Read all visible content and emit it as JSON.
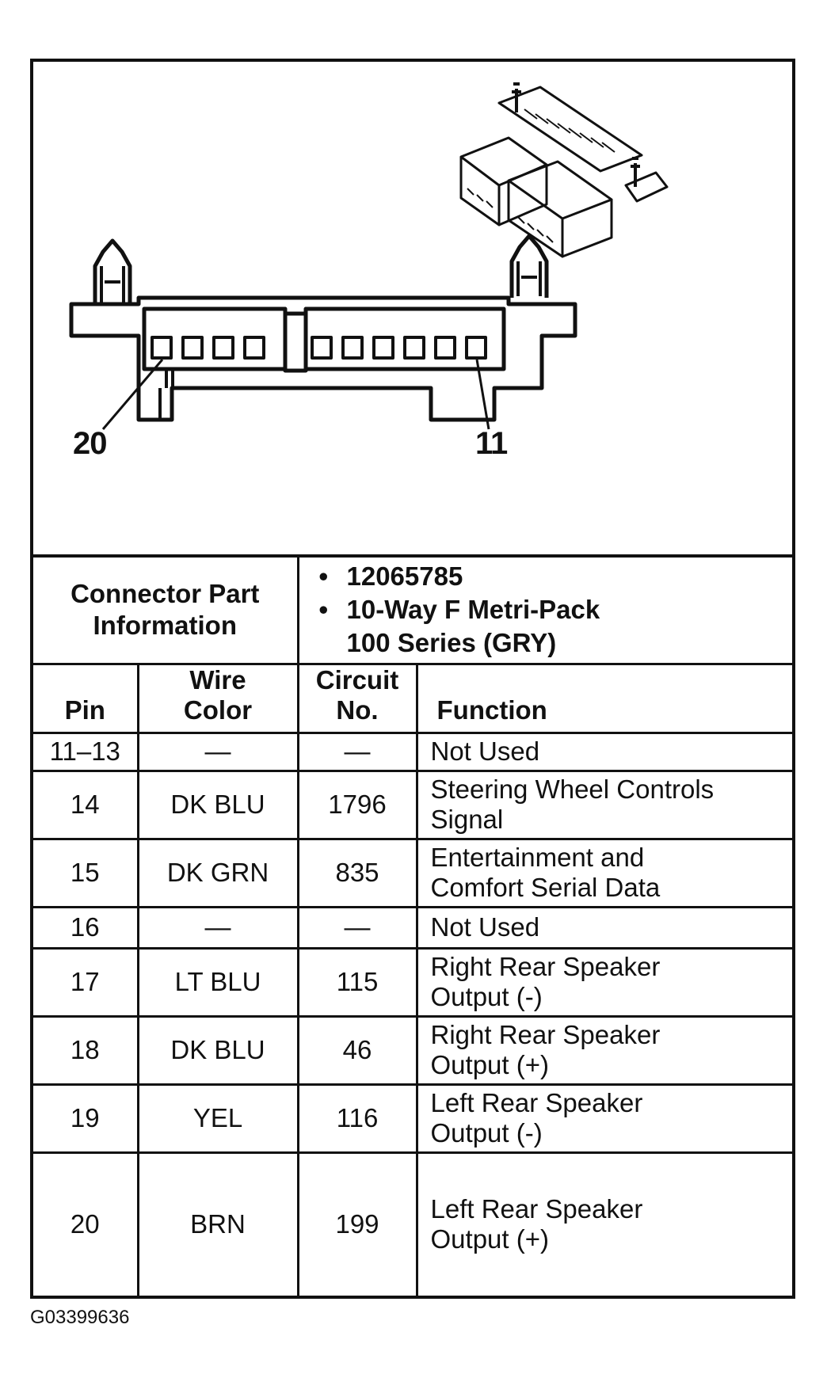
{
  "diagram": {
    "callouts": [
      {
        "id": "pin-20",
        "label": "20"
      },
      {
        "id": "pin-11",
        "label": "11"
      }
    ]
  },
  "connector_info": {
    "label_line1": "Connector Part",
    "label_line2": "Information",
    "part_number": "12065785",
    "description_line1": "10-Way F Metri-Pack",
    "description_line2": "100 Series (GRY)"
  },
  "table": {
    "headers": {
      "pin": "Pin",
      "wire_color_line1": "Wire",
      "wire_color_line2": "Color",
      "circuit_line1": "Circuit",
      "circuit_line2": "No.",
      "function": "Function"
    },
    "rows": [
      {
        "pin": "11–13",
        "wire": "—",
        "circuit": "—",
        "function_line1": "Not Used",
        "function_line2": ""
      },
      {
        "pin": "14",
        "wire": "DK BLU",
        "circuit": "1796",
        "function_line1": "Steering Wheel Controls",
        "function_line2": "Signal"
      },
      {
        "pin": "15",
        "wire": "DK GRN",
        "circuit": "835",
        "function_line1": "Entertainment and",
        "function_line2": "Comfort Serial Data"
      },
      {
        "pin": "16",
        "wire": "—",
        "circuit": "—",
        "function_line1": "Not Used",
        "function_line2": ""
      },
      {
        "pin": "17",
        "wire": "LT BLU",
        "circuit": "115",
        "function_line1": "Right Rear Speaker",
        "function_line2": "Output (-)"
      },
      {
        "pin": "18",
        "wire": "DK BLU",
        "circuit": "46",
        "function_line1": "Right Rear Speaker",
        "function_line2": "Output (+)"
      },
      {
        "pin": "19",
        "wire": "YEL",
        "circuit": "116",
        "function_line1": "Left Rear Speaker",
        "function_line2": "Output (-)"
      },
      {
        "pin": "20",
        "wire": "BRN",
        "circuit": "199",
        "function_line1": "Left Rear Speaker",
        "function_line2": "Output (+)"
      }
    ]
  },
  "footer": {
    "figure_id": "G03399636"
  }
}
